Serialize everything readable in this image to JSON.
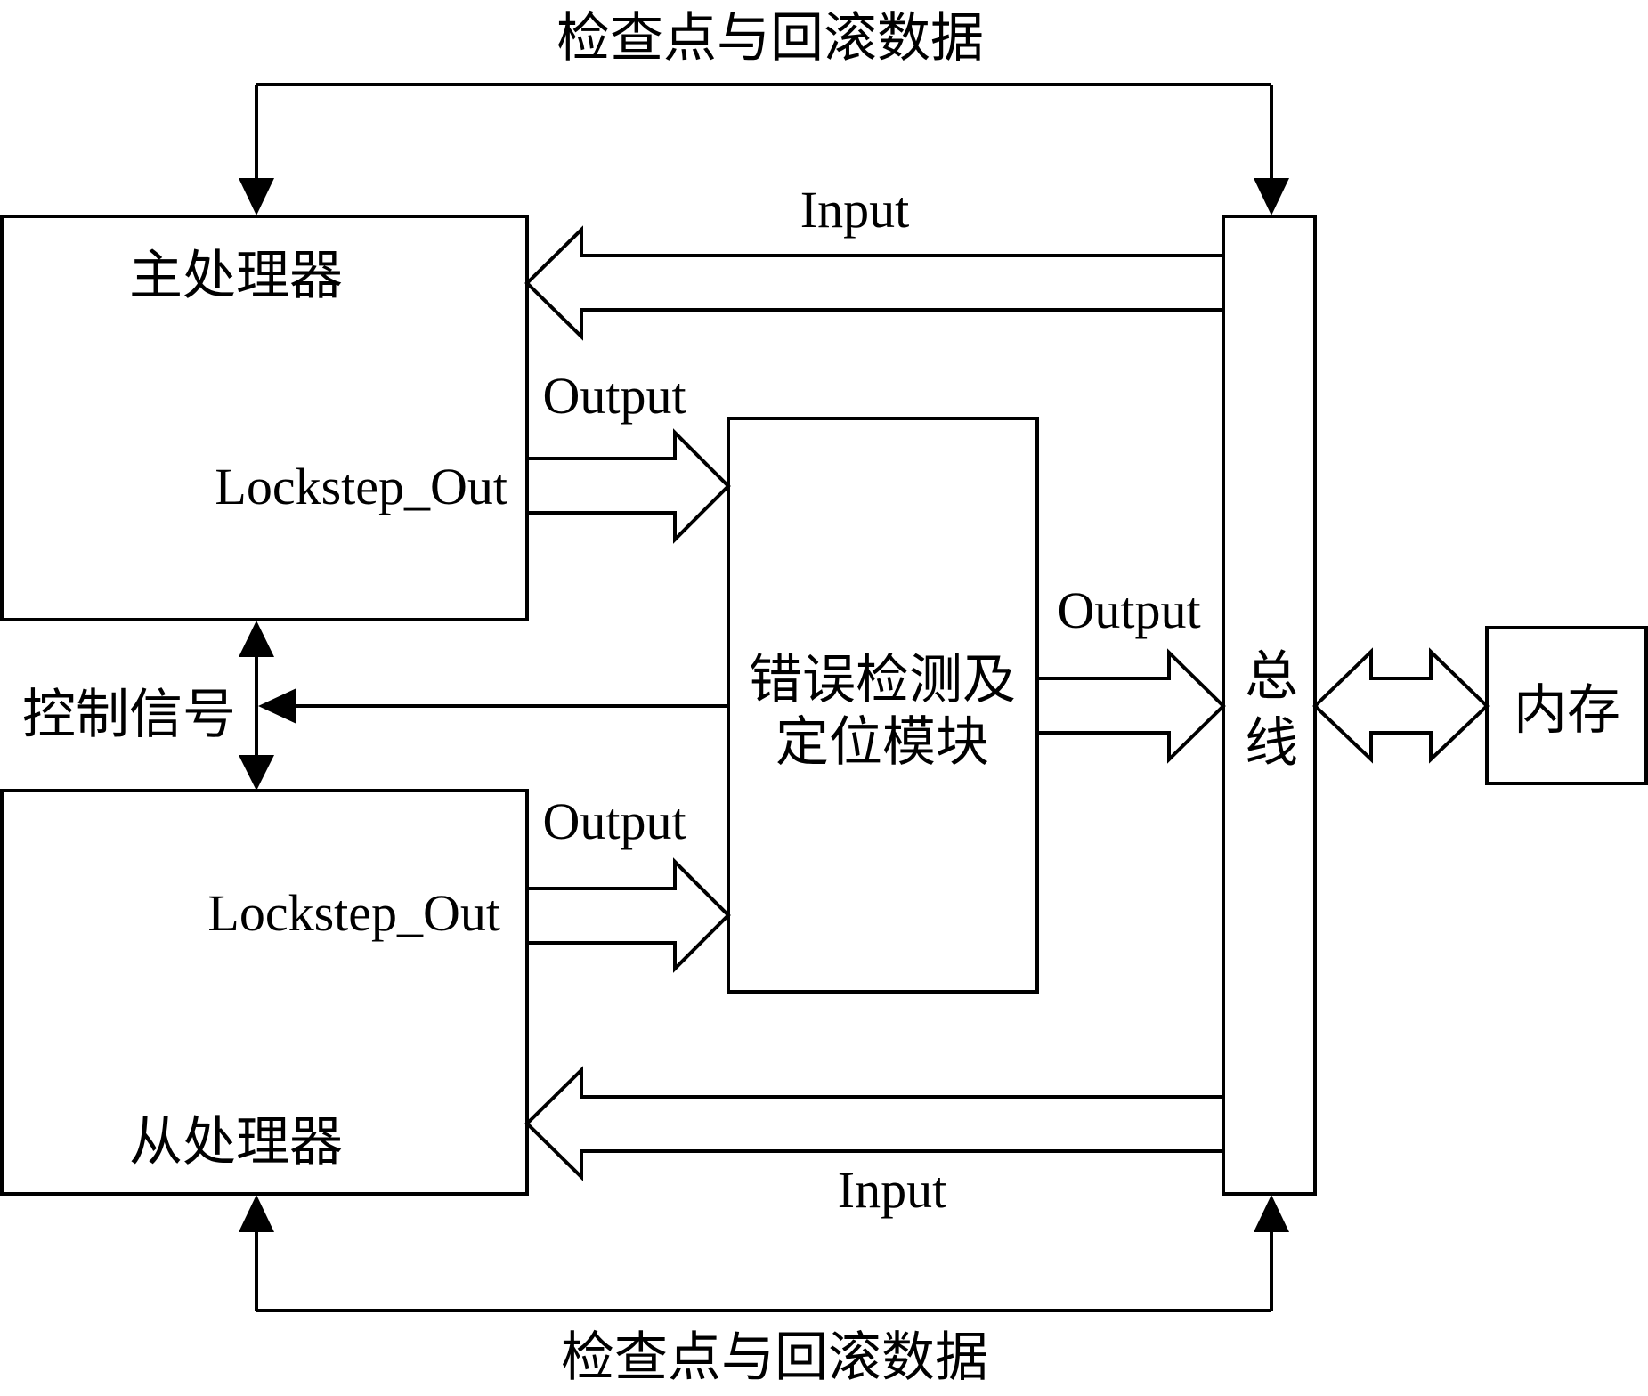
{
  "diagram": {
    "checkpoint_rollback_label_top": "检查点与回滚数据",
    "checkpoint_rollback_label_bottom": "检查点与回滚数据",
    "master_processor": {
      "title": "主处理器",
      "lockstep_out": "Lockstep_Out"
    },
    "slave_processor": {
      "title": "从处理器",
      "lockstep_out": "Lockstep_Out"
    },
    "error_module": {
      "title_line1": "错误检测及",
      "title_line2": "定位模块"
    },
    "bus": {
      "title_line1": "总",
      "title_line2": "线"
    },
    "memory": {
      "title": "内存"
    },
    "control_signal_label": "控制信号",
    "labels": {
      "input_top": "Input",
      "input_bottom": "Input",
      "output_master": "Output",
      "output_slave": "Output",
      "output_module": "Output"
    },
    "colors": {
      "stroke": "#000000",
      "background": "#ffffff"
    }
  }
}
